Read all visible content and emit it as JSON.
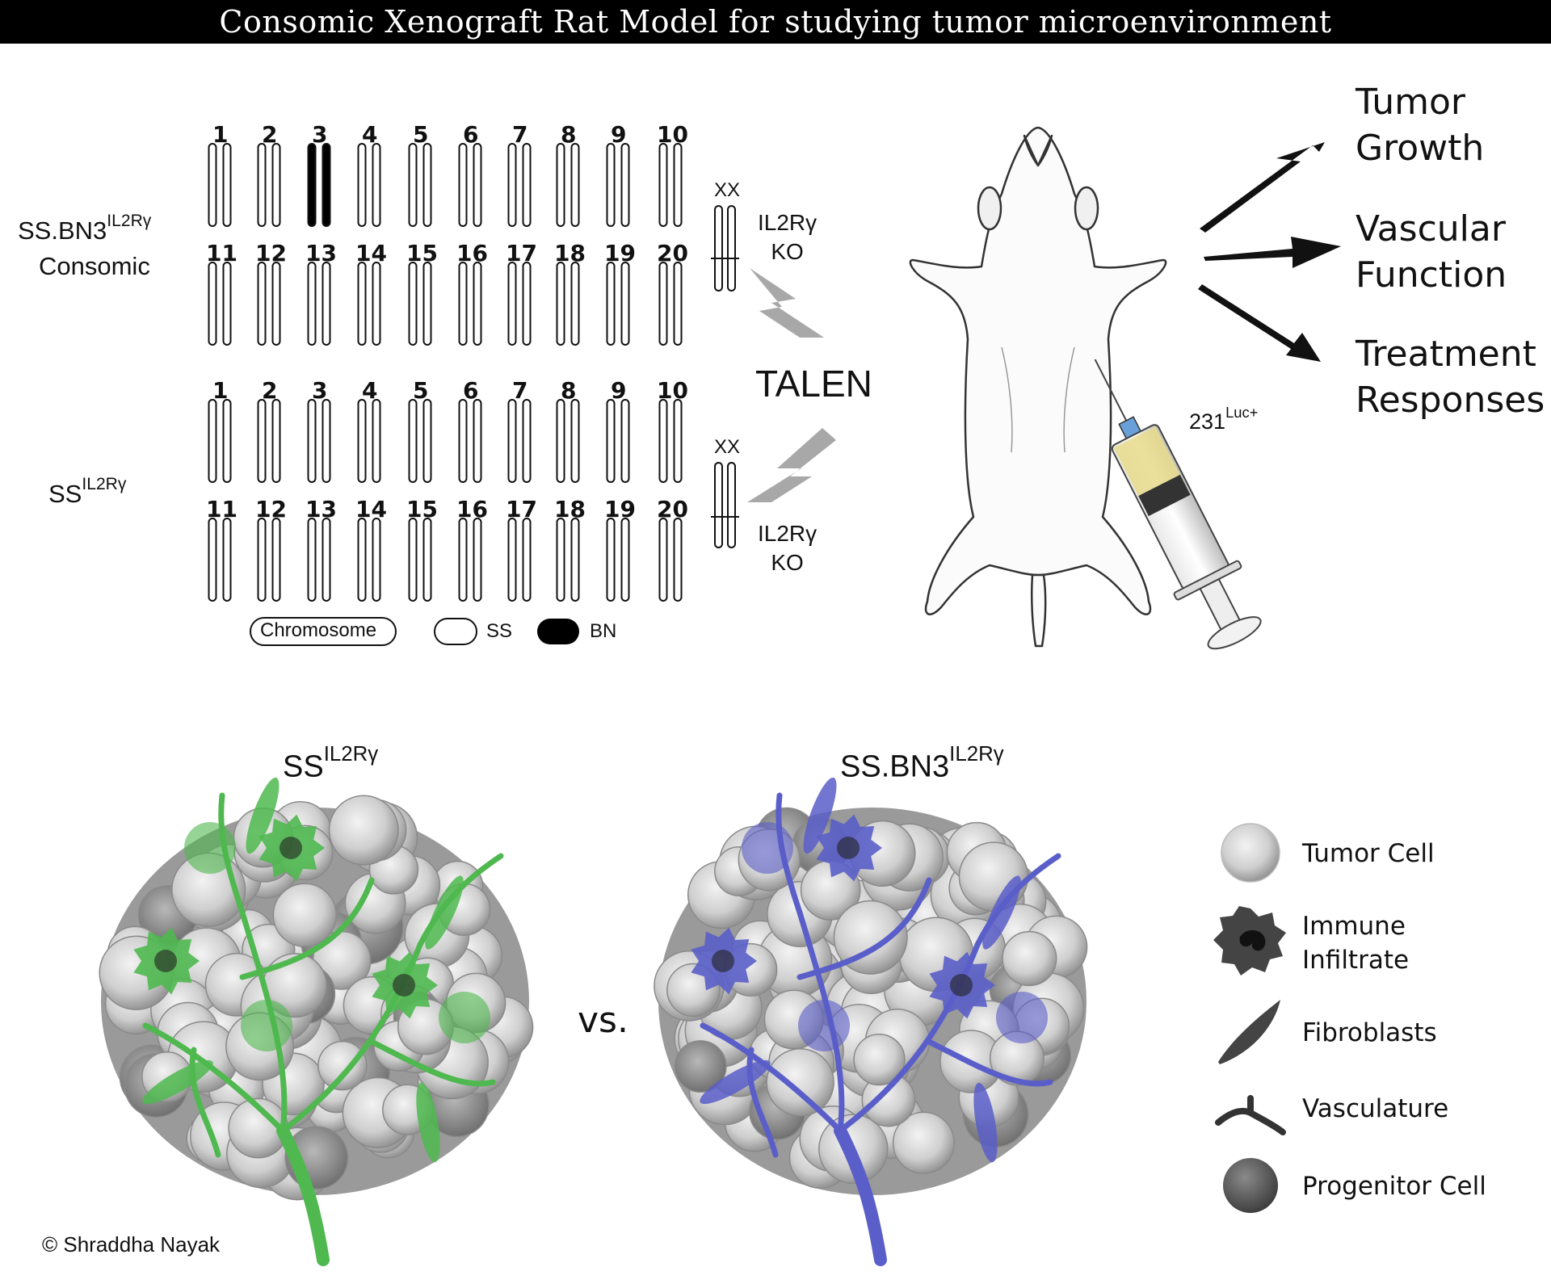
{
  "title": "Consomic Xenograft Rat Model for studying tumor microenvironment",
  "strains": {
    "consomic_base": "SS.BN3",
    "consomic_sup": "IL2Rγ",
    "consomic_word": "Consomic",
    "ss_base": "SS",
    "ss_sup": "IL2Rγ"
  },
  "chromosome_numbers": [
    "1",
    "2",
    "3",
    "4",
    "5",
    "6",
    "7",
    "8",
    "9",
    "10",
    "11",
    "12",
    "13",
    "14",
    "15",
    "16",
    "17",
    "18",
    "19",
    "20"
  ],
  "highlighted_chromosome": "3",
  "sex_chromosome_label": "XX",
  "knockout": {
    "line1": "IL2Rγ",
    "line2": "KO"
  },
  "talen": "TALEN",
  "key": {
    "chromosome": "Chromosome",
    "ss": "SS",
    "bn": "BN"
  },
  "injection": {
    "base": "231",
    "sup": "Luc+"
  },
  "outcomes": [
    {
      "line1": "Tumor",
      "line2": "Growth"
    },
    {
      "line1": "Vascular",
      "line2": "Function"
    },
    {
      "line1": "Treatment",
      "line2": "Responses"
    }
  ],
  "comparison": {
    "left_base": "SS",
    "left_sup": "IL2Rγ",
    "vs": "vs.",
    "right_base": "SS.BN3",
    "right_sup": "IL2Rγ"
  },
  "legend": [
    {
      "label": "Tumor Cell",
      "icon": "tumor-cell-icon"
    },
    {
      "line1": "Immune",
      "line2": "Infiltrate",
      "icon": "immune-cell-icon"
    },
    {
      "label": "Fibroblasts",
      "icon": "fibroblast-icon"
    },
    {
      "label": "Vasculature",
      "icon": "vasculature-icon"
    },
    {
      "label": "Progenitor Cell",
      "icon": "progenitor-cell-icon"
    }
  ],
  "copyright": "© Shraddha Nayak",
  "colors": {
    "green": "#4fb84f",
    "blue": "#5a5ec8",
    "bn": "#000000",
    "arrow": "#111111",
    "bolt": "#a8a8a8"
  }
}
